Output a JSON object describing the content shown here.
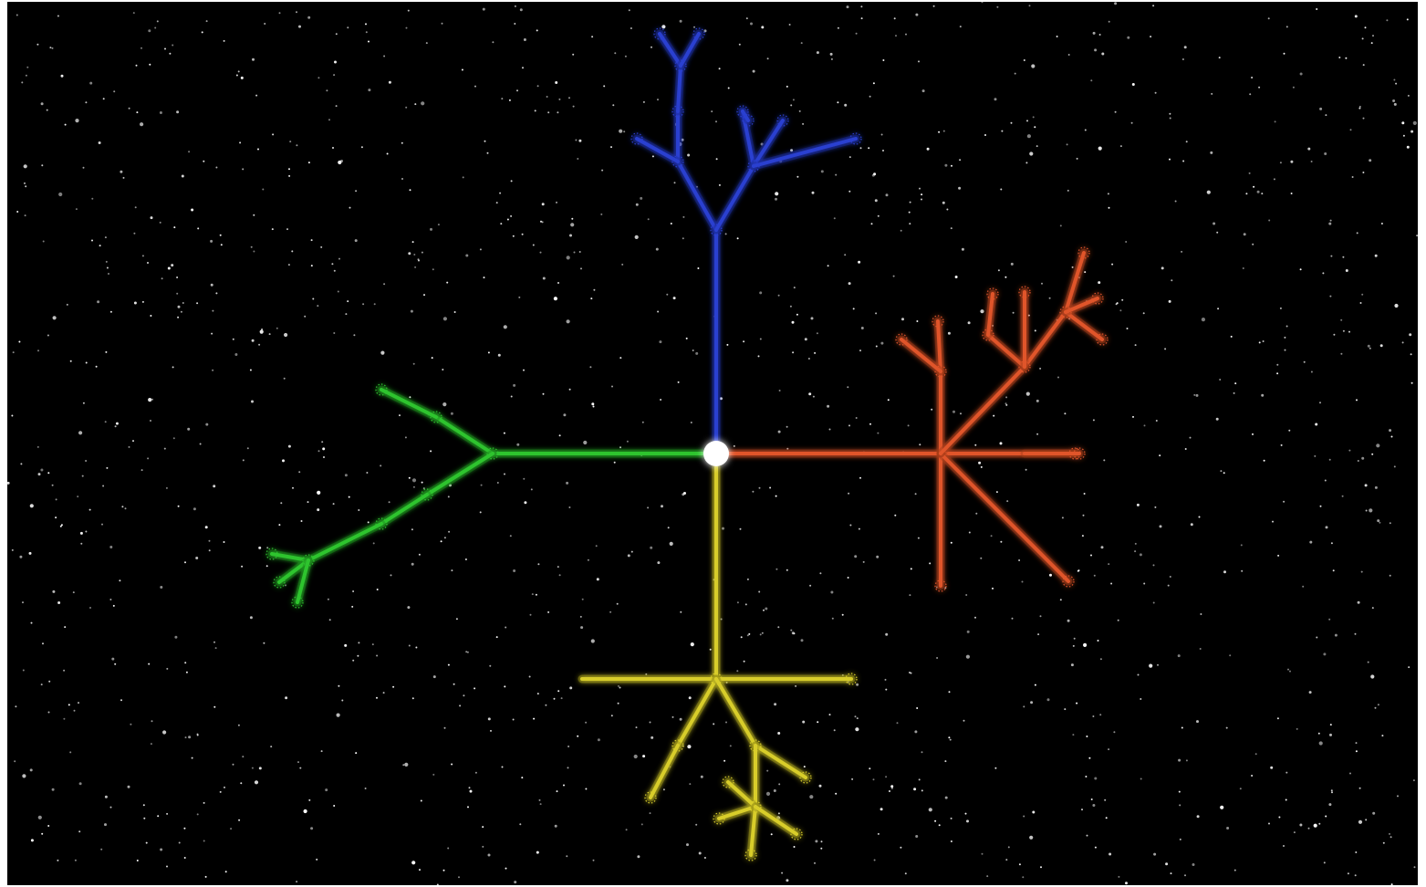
{
  "background_color": "#000000",
  "star_color": "#ffffff",
  "hub": {
    "color": "#ffffff"
  },
  "constellations": [
    {
      "name": "north",
      "color": "#2a3fd0",
      "glow": "#1b2a9a"
    },
    {
      "name": "east",
      "color": "#e0552a",
      "glow": "#a33a18"
    },
    {
      "name": "south",
      "color": "#d8cd2a",
      "glow": "#9c9417"
    },
    {
      "name": "west",
      "color": "#2ec42e",
      "glow": "#1c8a1c"
    }
  ]
}
